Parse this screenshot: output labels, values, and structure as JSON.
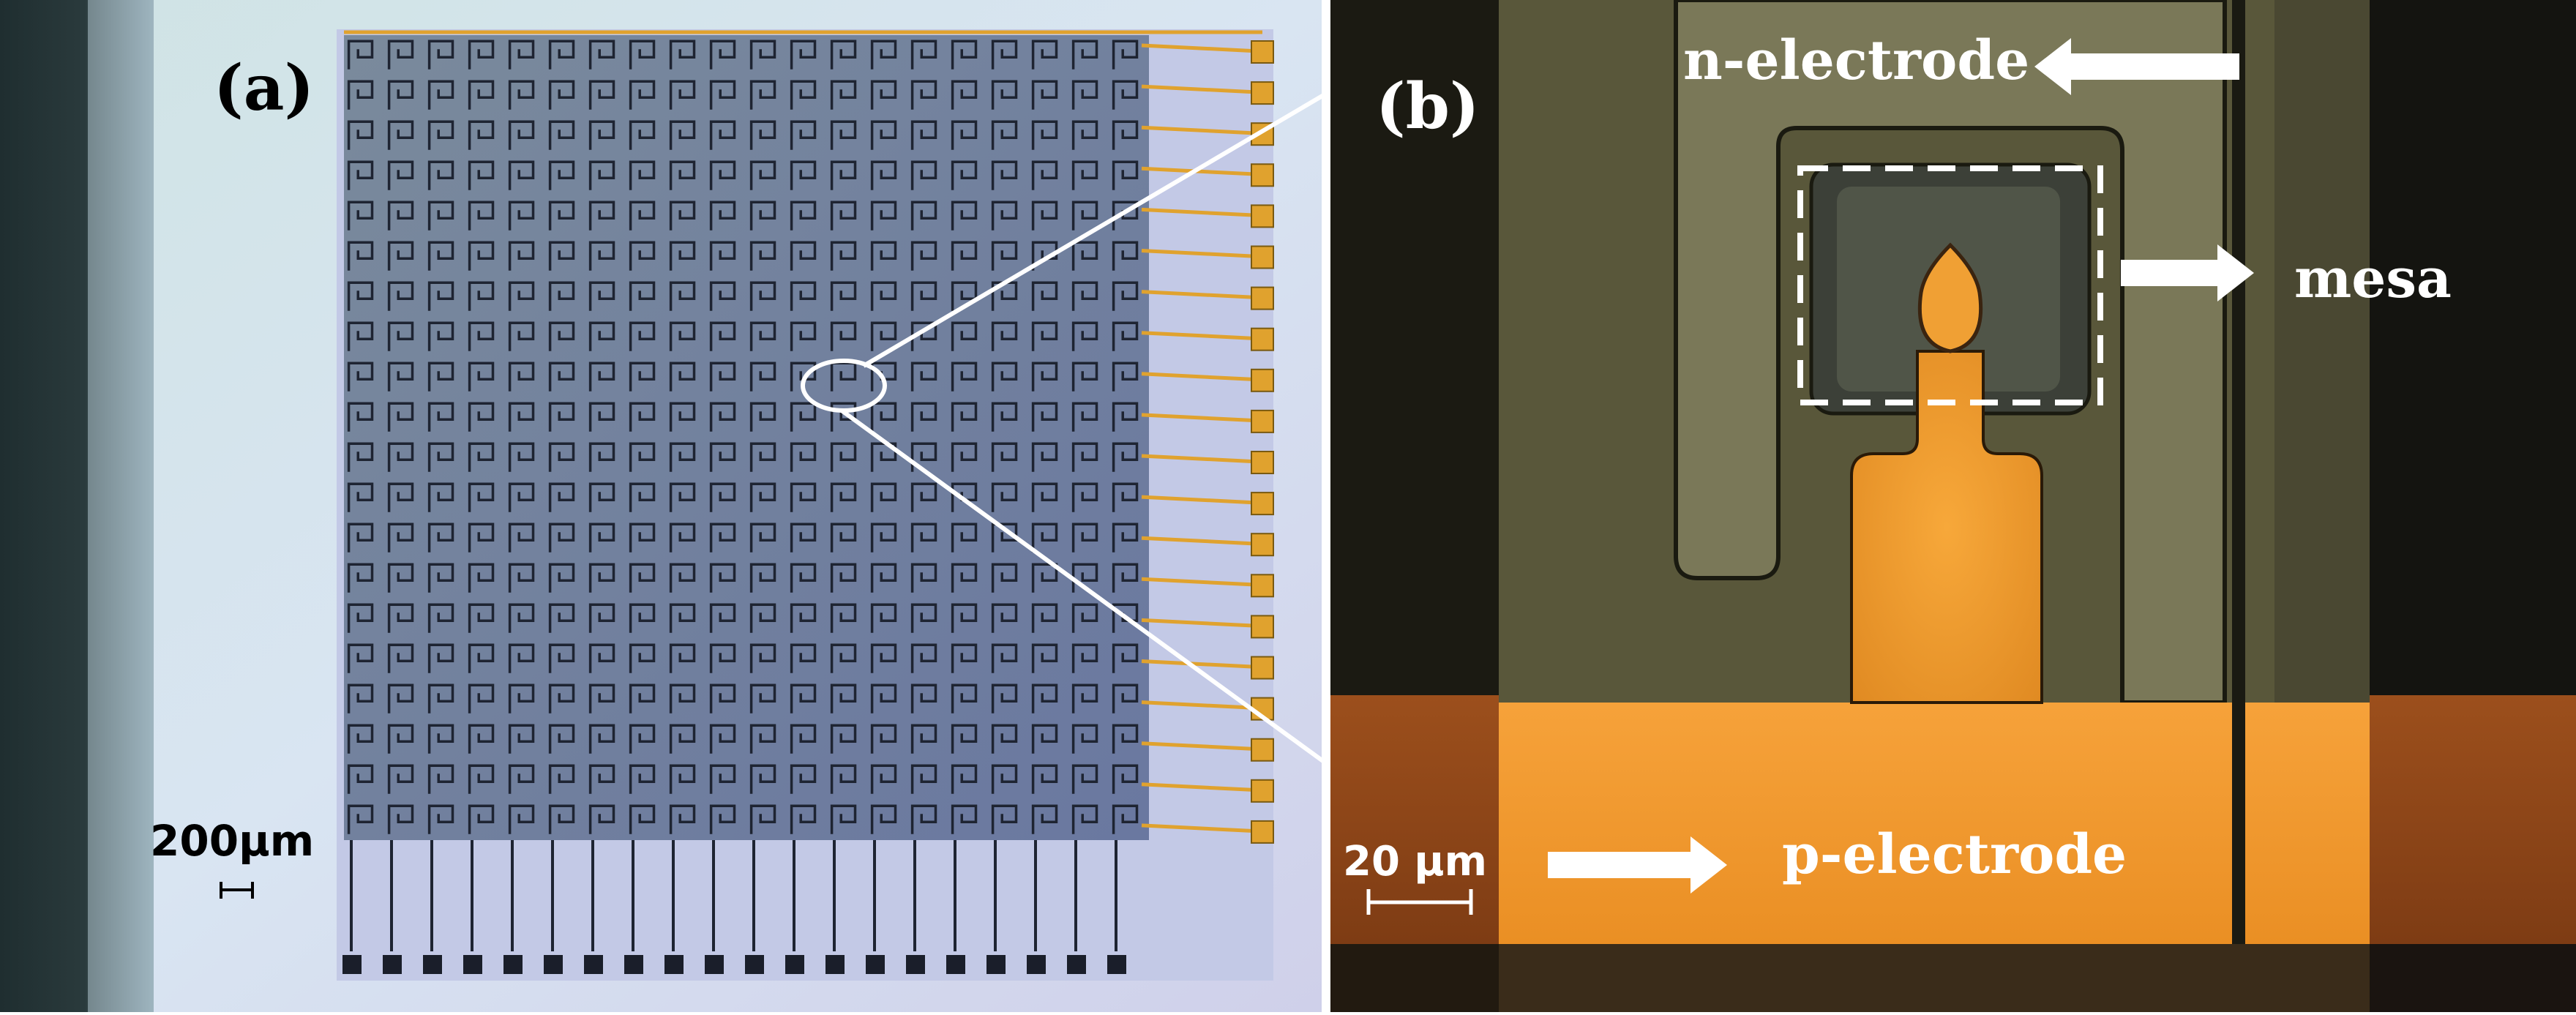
{
  "figure": {
    "panel_a": {
      "letter_open": "(",
      "letter": "a",
      "letter_close": ")",
      "scale_bar_label": "200μm",
      "array_rows": 20,
      "array_cols": 20,
      "bond_pads_right": 20,
      "bond_pads_bottom": 20
    },
    "panel_b": {
      "letter_open": "(",
      "letter": "b",
      "letter_close": ")",
      "scale_bar_label": "20 μm",
      "labels": {
        "n_electrode": "n-electrode",
        "mesa": "mesa",
        "p_electrode": "p-electrode"
      }
    }
  },
  "colors": {
    "substrate_light": "#d8e6f0",
    "array_background": "#6f7f9c",
    "wire_dark": "#1e2432",
    "gold_pad": "#e0a22e",
    "panel_b_dark": "#1a1a14",
    "panel_b_olive": "#5c5a3e",
    "panel_b_grey": "#777558",
    "orange_electrode": "#f29a2c",
    "label_white": "#ffffff",
    "ink_black": "#000000"
  }
}
